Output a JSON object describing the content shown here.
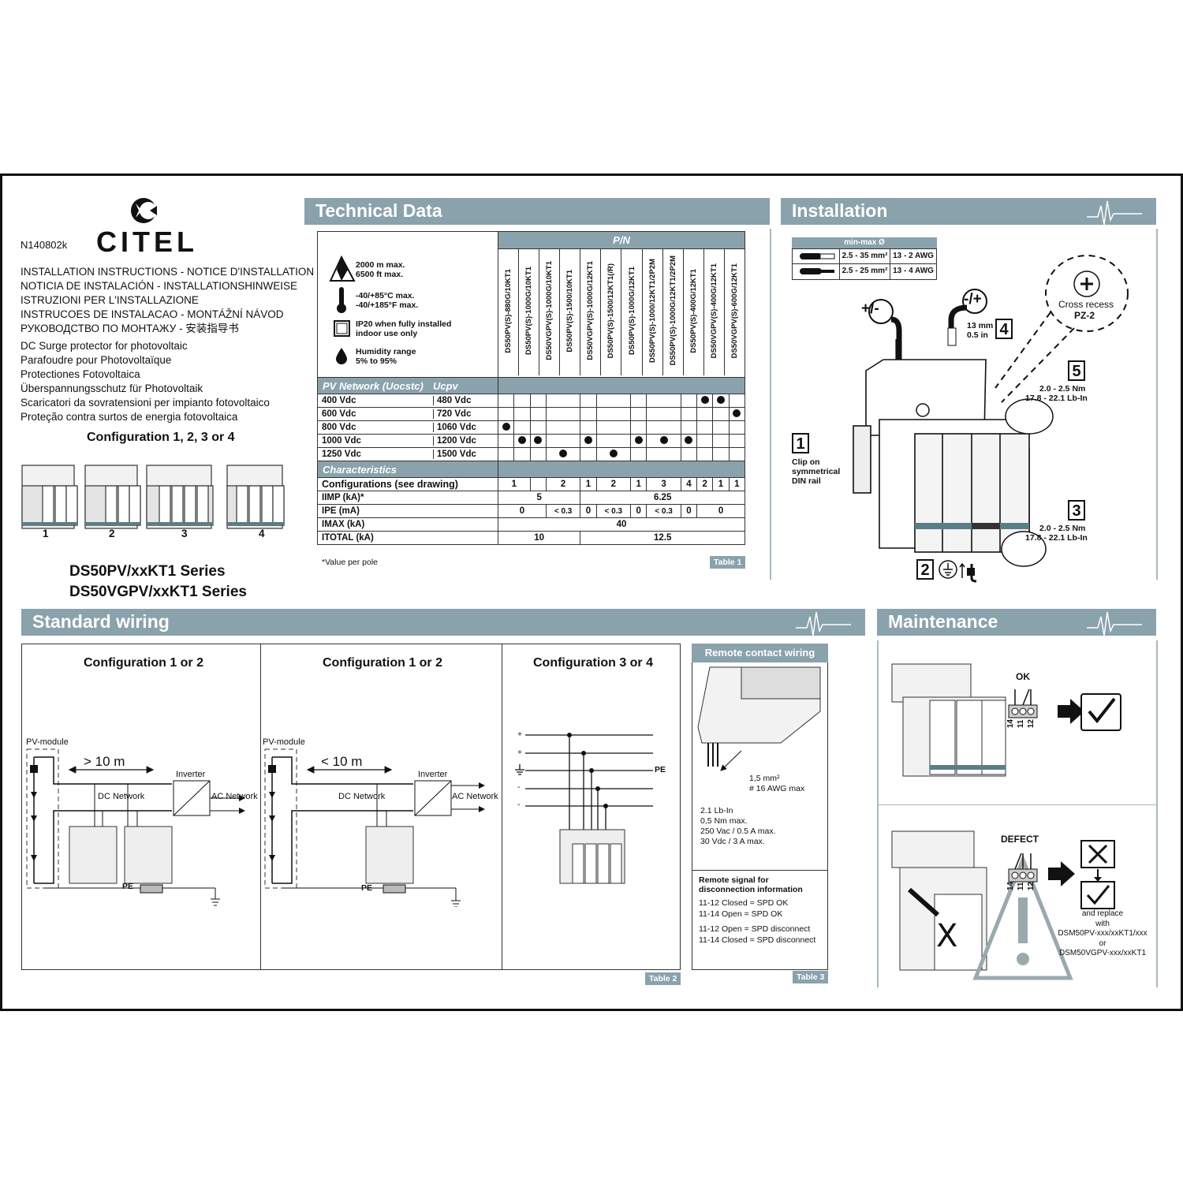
{
  "doc_code": "N140802k",
  "brand": "CITEL",
  "instructions": [
    "INSTALLATION INSTRUCTIONS - NOTICE D'INSTALLATION",
    "NOTICIA DE INSTALACIÓN - INSTALLATIONSHINWEISE",
    "ISTRUZIONI PER L'INSTALLAZIONE",
    "INSTRUCOES DE INSTALACAO - MONTÁŽNÍ NÁVOD",
    "РУКОВОДСТВО ПО МОНТАЖУ - 安装指导书"
  ],
  "descriptions": [
    "DC Surge protector for photovoltaic",
    "Parafoudre pour Photovoltaïque",
    "Protectiones Fotovoltaica",
    "Überspannungsschutz für Photovoltaik",
    "Scaricatori  da sovratensioni per impianto fotovoltaico",
    "Proteção contra surtos de energia fotovoltaica"
  ],
  "config_title": "Configuration 1, 2, 3 or 4",
  "config_numbers": [
    "1",
    "2",
    "3",
    "4"
  ],
  "series": [
    "DS50PV/xxKT1 Series",
    "DS50VGPV/xxKT1 Series"
  ],
  "sections": {
    "technical": "Technical Data",
    "installation": "Installation",
    "wiring": "Standard wiring",
    "maintenance": "Maintenance",
    "remote": "Remote contact wiring"
  },
  "env": {
    "altitude": [
      "2000 m max.",
      "6500 ft max."
    ],
    "temp": [
      "-40/+85°C max.",
      "-40/+185°F max."
    ],
    "ip": [
      "IP20 when fully installed",
      "indoor use only"
    ],
    "humidity": [
      "Humidity range",
      "5% to 95%"
    ]
  },
  "table": {
    "pn_header": "P/N",
    "models": [
      "DS50PV(S)-880G/10KT1",
      "DS50PV(S)-1000G/10KT1",
      "DS50VGPV(S)-1000G/10KT1",
      "DS50PV(S)-1500/10KT1",
      "DS50VGPV(S)-1000G/12KT1",
      "DS50PV(S)-1500/12KT1(/R)",
      "DS50PV(S)-1000G/12KT1",
      "DS50PV(S)-1000/12KT1/2P2M",
      "DS50PV(S)-1000G/12KT1/2P2M",
      "DS50PV(S)-400G/12KT1",
      "DS50VGPV(S)-400G/12KT1",
      "DS50VGPV(S)-600G/12KT1"
    ],
    "pv_header": "PV Network (Uocstc)",
    "ucpv_header": "Ucpv",
    "voltage_rows": [
      {
        "network": "400 Vdc",
        "ucpv": "480 Vdc",
        "dots": [
          0,
          0,
          0,
          0,
          0,
          0,
          0,
          0,
          0,
          1,
          1,
          0
        ]
      },
      {
        "network": "600 Vdc",
        "ucpv": "720 Vdc",
        "dots": [
          0,
          0,
          0,
          0,
          0,
          0,
          0,
          0,
          0,
          0,
          0,
          1
        ]
      },
      {
        "network": "800 Vdc",
        "ucpv": "1060 Vdc",
        "dots": [
          1,
          0,
          0,
          0,
          0,
          0,
          0,
          0,
          0,
          0,
          0,
          0
        ]
      },
      {
        "network": "1000 Vdc",
        "ucpv": "1200 Vdc",
        "dots": [
          0,
          1,
          1,
          0,
          1,
          0,
          1,
          1,
          1,
          0,
          0,
          0
        ]
      },
      {
        "network": "1250 Vdc",
        "ucpv": "1500 Vdc",
        "dots": [
          0,
          0,
          0,
          1,
          0,
          1,
          0,
          0,
          0,
          0,
          0,
          0
        ]
      }
    ],
    "char_header": "Characteristics",
    "config_label": "Configurations (see drawing)",
    "configs": [
      "1",
      "",
      "2",
      "1",
      "2",
      "1",
      "3",
      "4",
      "2",
      "1",
      "1"
    ],
    "iimp_label": "IIMP (kA)*",
    "iimp": [
      "5",
      "6.25"
    ],
    "ipe_label": "IPE (mA)",
    "ipe": [
      "0",
      "< 0.3",
      "0",
      "< 0.3",
      "0",
      "< 0.3",
      "0",
      "0"
    ],
    "imax_label": "IMAX  (kA)",
    "imax": "40",
    "itotal_label": "ITOTAL (kA)",
    "itotal": [
      "10",
      "12.5"
    ],
    "footnote": "*Value per pole",
    "tag": "Table 1"
  },
  "install": {
    "minmax": "min-max  Ø",
    "wire1": [
      "2.5 - 35 mm²",
      "13 - 2 AWG"
    ],
    "wire2": [
      "2.5 - 25 mm²",
      "13 - 4 AWG"
    ],
    "plus_minus": "+/-",
    "minus_plus": "-/+",
    "strip": [
      "13 mm",
      "0.5 in"
    ],
    "cross": [
      "Cross recess",
      "PZ-2"
    ],
    "torque": [
      "2.0 - 2.5 Nm",
      "17.8 - 22.1 Lb-In"
    ],
    "clip": [
      "Clip on",
      "symmetrical",
      "DIN rail"
    ],
    "steps": [
      "1",
      "2",
      "3",
      "4",
      "5"
    ]
  },
  "wiring": {
    "cfg12": "Configuration 1 or 2",
    "cfg34": "Configuration 3 or 4",
    "pv_module": "PV-module",
    "gt10": "> 10 m",
    "lt10": "< 10 m",
    "inverter": "Inverter",
    "dc_network": "DC Network",
    "ac_network": "AC Network",
    "pe": "PE",
    "plus": "+",
    "minus": "-",
    "tag": "Table 2"
  },
  "remote": {
    "wire": [
      "1,5 mm²",
      "# 16 AWG max"
    ],
    "specs": [
      "2.1 Lb-In",
      "0,5 Nm max.",
      "250 Vac / 0.5 A max.",
      "30 Vdc / 3 A max."
    ],
    "signal_title": [
      "Remote signal for",
      "disconnection information"
    ],
    "signals": [
      "11-12 Closed = SPD OK",
      "11-14 Open = SPD OK",
      "11-12 Open = SPD disconnect",
      "11-14 Closed = SPD disconnect"
    ],
    "tag": "Table 3"
  },
  "maintenance": {
    "ok": "OK",
    "defect": "DEFECT",
    "terminals": [
      "14",
      "11",
      "12"
    ],
    "replace": [
      "and replace",
      "with",
      "DSM50PV-xxx/xxKT1/xxx",
      "or",
      "DSM50VGPV-xxx/xxKT1"
    ]
  }
}
